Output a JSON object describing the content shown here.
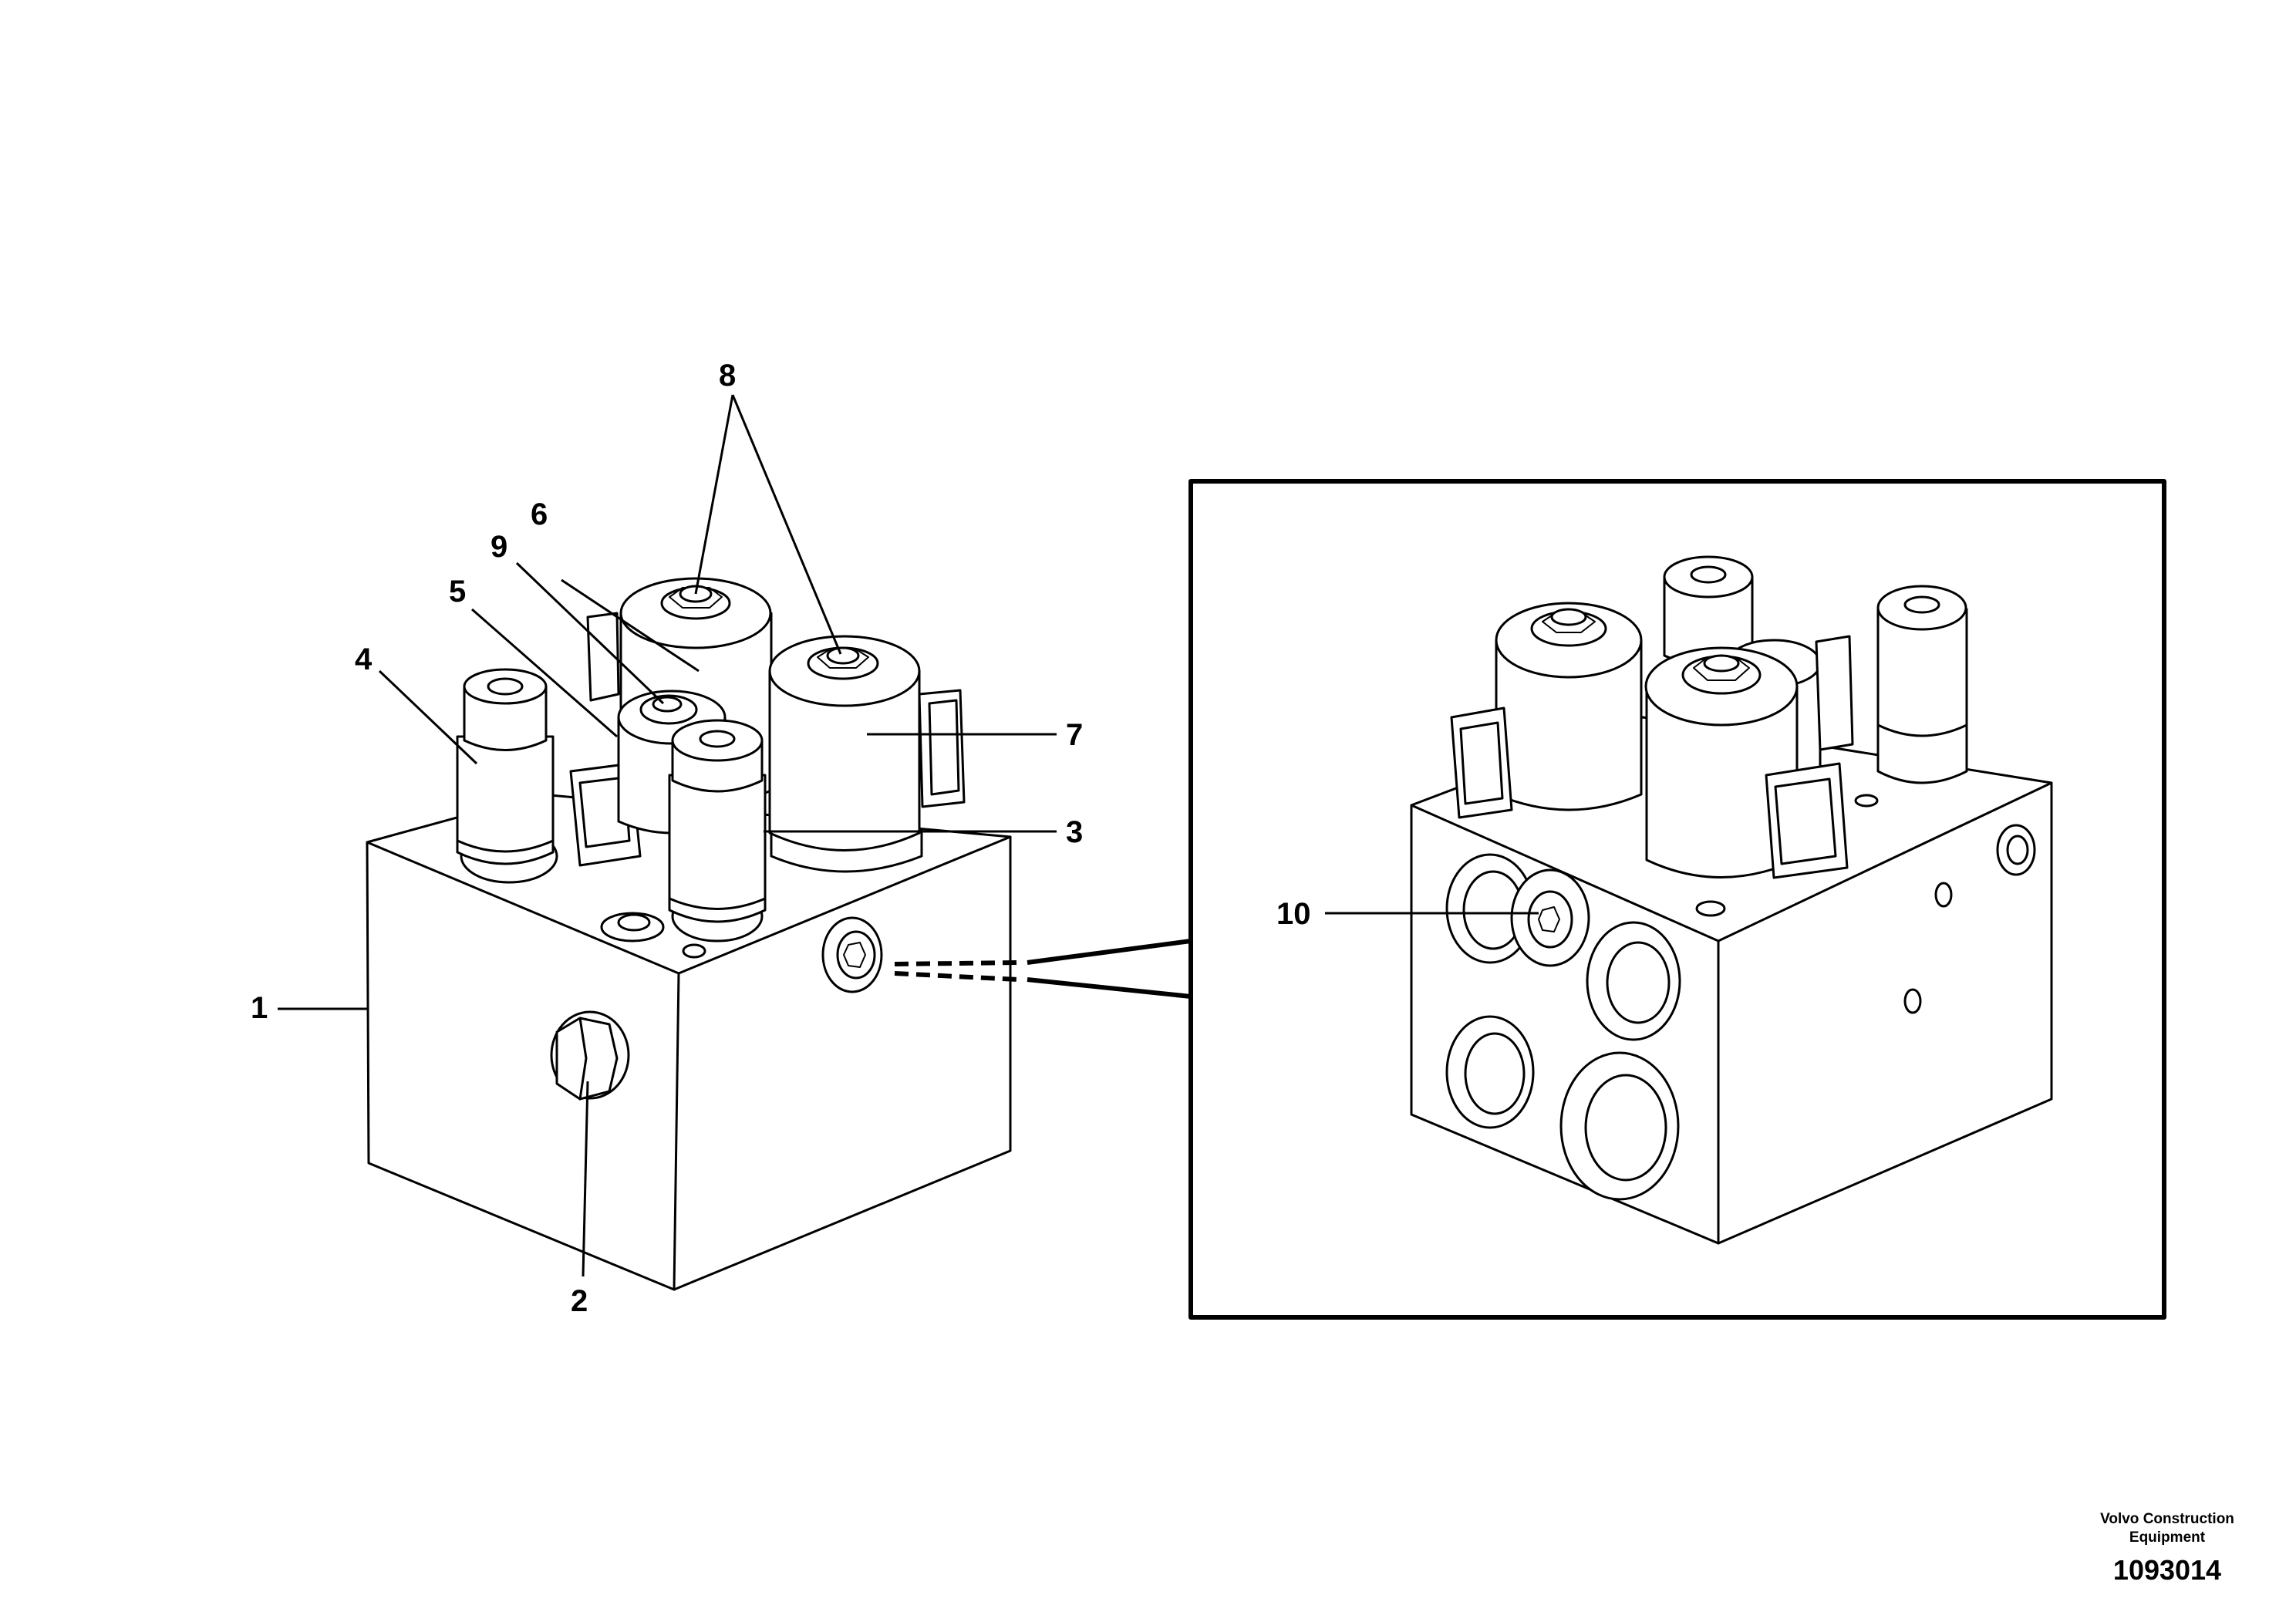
{
  "callouts": {
    "c1": "1",
    "c2": "2",
    "c3": "3",
    "c4": "4",
    "c5": "5",
    "c6": "6",
    "c7": "7",
    "c8": "8",
    "c9": "9",
    "c10": "10"
  },
  "footer": {
    "brand_line1": "Volvo Construction",
    "brand_line2": "Equipment",
    "document_number": "1093014"
  }
}
